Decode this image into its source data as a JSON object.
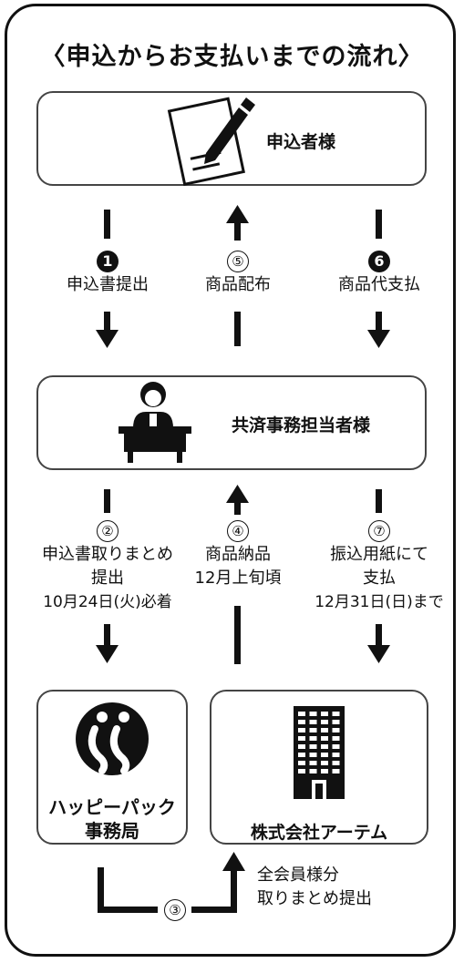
{
  "title": "〈申込からお支払いまでの流れ〉",
  "applicant": {
    "label": "申込者様"
  },
  "manager": {
    "label": "共済事務担当者様"
  },
  "happy_pack": {
    "line1": "ハッピーパック",
    "line2": "事務局"
  },
  "artem": {
    "label": "株式会社アーテム"
  },
  "flows_top": [
    {
      "num": "1",
      "label": "申込書提出"
    },
    {
      "num": "⑤",
      "label": "商品配布"
    },
    {
      "num": "6",
      "label": "商品代支払"
    }
  ],
  "flows_middle": [
    {
      "num": "②",
      "lines": [
        "申込書取りまとめ",
        "提出",
        "10月24日(火)必着"
      ]
    },
    {
      "num": "④",
      "lines": [
        "商品納品",
        "12月上旬頃"
      ]
    },
    {
      "num": "⑦",
      "lines": [
        "振込用紙にて",
        "支払",
        "12月31日(日)まで"
      ]
    }
  ],
  "flow_bottom": {
    "num": "③",
    "lines": [
      "全会員様分",
      "取りまとめ提出"
    ]
  },
  "icons": {
    "applicant": "document-pen-icon",
    "manager": "office-worker-desk-icon",
    "happy_pack": "happy-pack-logo-icon",
    "artem": "office-building-icon"
  }
}
